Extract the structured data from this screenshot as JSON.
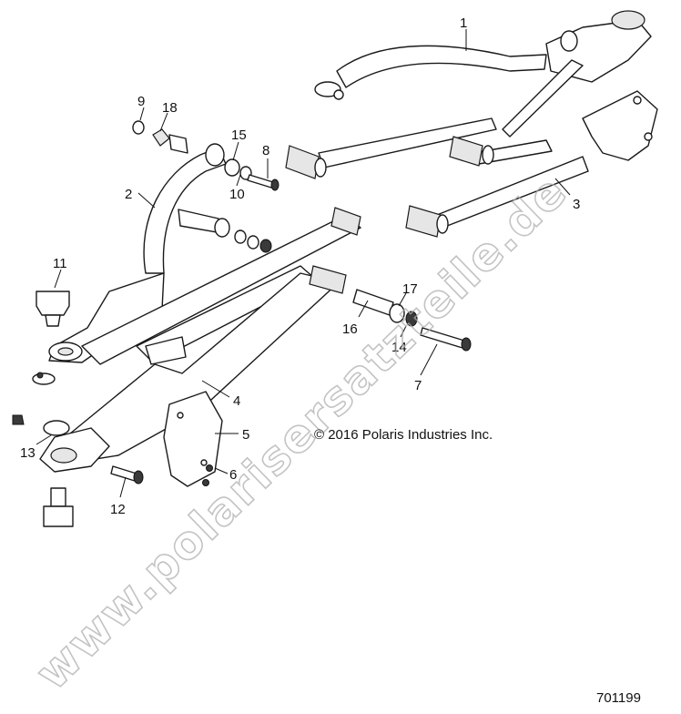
{
  "callouts": [
    {
      "id": "1",
      "label": "1"
    },
    {
      "id": "2",
      "label": "2"
    },
    {
      "id": "3",
      "label": "3"
    },
    {
      "id": "4",
      "label": "4"
    },
    {
      "id": "5",
      "label": "5"
    },
    {
      "id": "6",
      "label": "6"
    },
    {
      "id": "7",
      "label": "7"
    },
    {
      "id": "8",
      "label": "8"
    },
    {
      "id": "9",
      "label": "9"
    },
    {
      "id": "10",
      "label": "10"
    },
    {
      "id": "11",
      "label": "11"
    },
    {
      "id": "12",
      "label": "12"
    },
    {
      "id": "13",
      "label": "13"
    },
    {
      "id": "14",
      "label": "14"
    },
    {
      "id": "15",
      "label": "15"
    },
    {
      "id": "16",
      "label": "16"
    },
    {
      "id": "17",
      "label": "17"
    },
    {
      "id": "18",
      "label": "18"
    }
  ],
  "copyright": "© 2016 Polaris Industries Inc.",
  "doc_number": "701199",
  "watermark": "www.polarisersatzteile.de"
}
